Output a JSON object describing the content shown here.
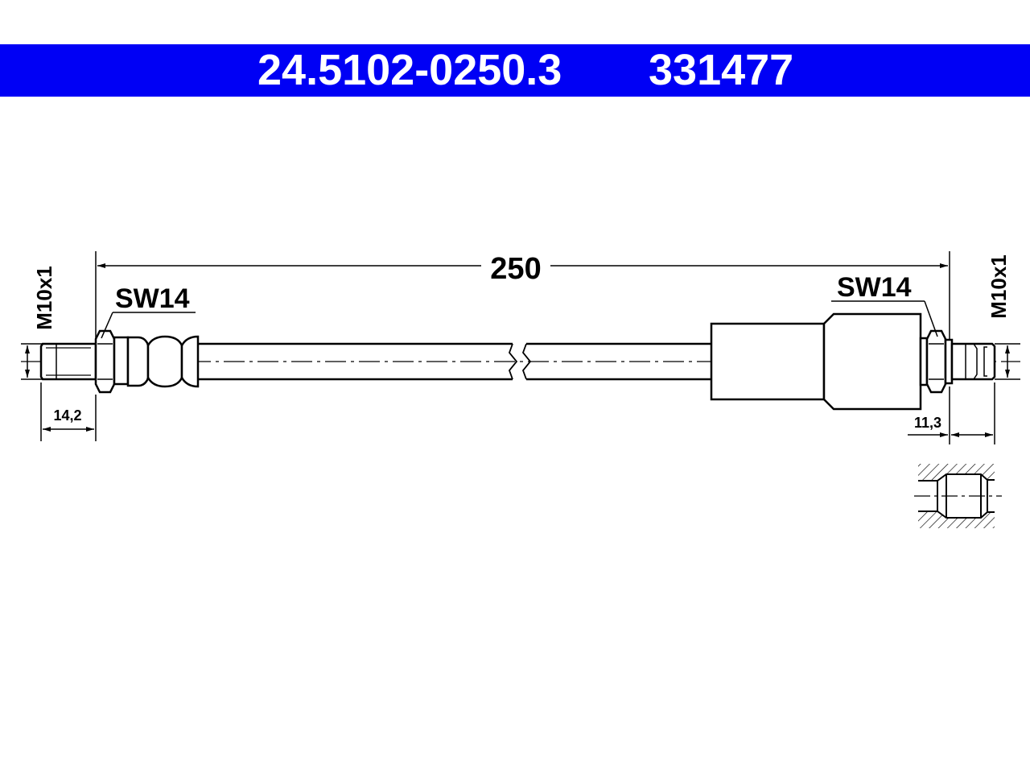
{
  "header": {
    "part_number": "24.5102-0250.3",
    "ref_number": "331477",
    "background_color": "#0000f5",
    "text_color": "#ffffff"
  },
  "drawing": {
    "length": "250",
    "left_thread": "M10x1",
    "right_thread": "M10x1",
    "left_wrench": "SW14",
    "right_wrench": "SW14",
    "left_dim": "14,2",
    "right_dim": "11,3"
  }
}
